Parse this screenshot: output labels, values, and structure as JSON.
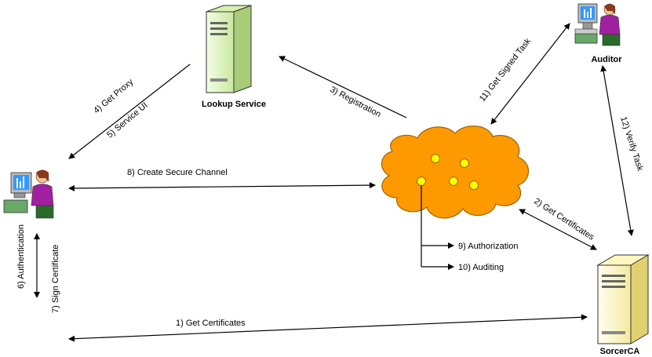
{
  "nodes": {
    "lookup_service": "Lookup Service",
    "auditor": "Auditor",
    "sorcer_ca": "SorcerCA"
  },
  "steps": {
    "s1": "1) Get Certificates",
    "s2": "2) Get Certificates",
    "s3": "3) Registration",
    "s4": "4) Get Proxy",
    "s5": "5) Service UI",
    "s6": "6) Authentication",
    "s7": "7) Sign Certificate",
    "s8": "8) Create Secure Channel",
    "s9": "9) Authorization",
    "s10": "10) Auditing",
    "s11": "11) Get Signed Task",
    "s12": "12) Verify Task"
  },
  "colors": {
    "server_green": "#e8f7c8",
    "server_yellow": "#fffbd0",
    "cloud_orange": "#ff9900",
    "node_yellow": "#ffff00"
  }
}
